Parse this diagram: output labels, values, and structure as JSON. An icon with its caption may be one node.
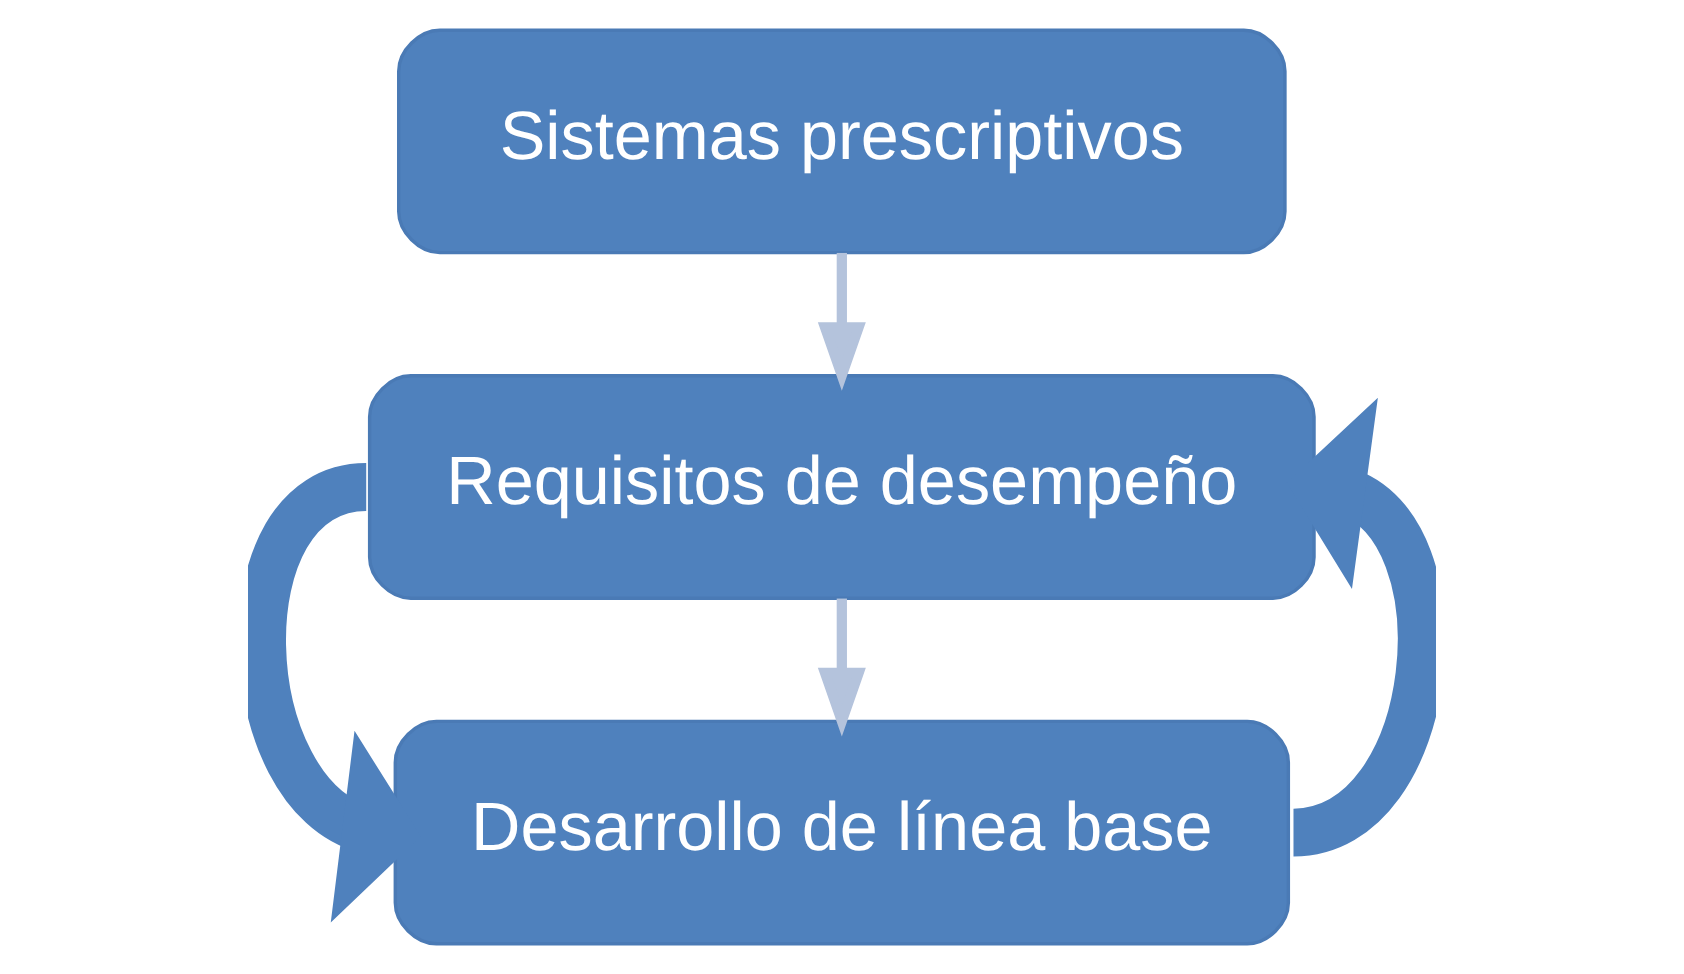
{
  "diagram": {
    "nodes": [
      {
        "text": [
          "Sistemas prescriptivos"
        ]
      },
      {
        "text": [
          "Requisitos de desempeño"
        ]
      },
      {
        "text": [
          "Desarrollo de línea base"
        ]
      }
    ],
    "edges": [
      {
        "from": 0,
        "to": 1,
        "arrow": "to"
      },
      {
        "from": 1,
        "to": 2,
        "arrow": "to"
      },
      {
        "from": 1,
        "to": 2,
        "arrow": "to",
        "style": "thick",
        "color": "#4f81bd"
      },
      {
        "from": 2,
        "to": 1,
        "arrow": "to",
        "style": "thick",
        "color": "#4f81bd"
      }
    ]
  }
}
